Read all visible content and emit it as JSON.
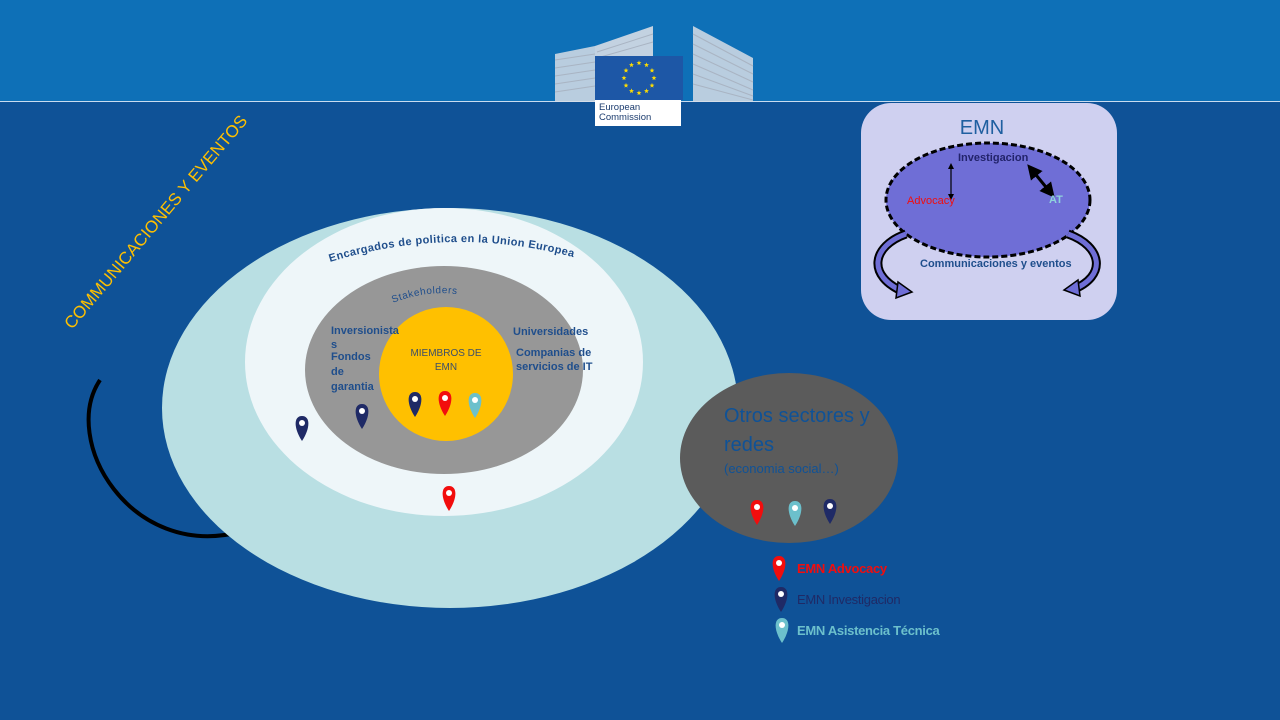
{
  "header": {
    "logo_line1": "European",
    "logo_line2": "Commission"
  },
  "side_label": "COMMUNICACIONES Y EVENTOS",
  "rings": {
    "outer_label": "Encargados  de politica  en la Union Europea",
    "stakeholders_label": "Stakeholders",
    "left_text_1": "Inversionista",
    "left_text_2": "s",
    "left_text_3": "Fondos",
    "left_text_4": "de",
    "left_text_5": "garantia",
    "right_text_1": "Universidades",
    "right_text_2": "Companias de",
    "right_text_3": "servicios de IT",
    "core_line1": "MIEMBROS  DE",
    "core_line2": "EMN"
  },
  "otros": {
    "title_line1": "Otros sectores y",
    "title_line2": "redes",
    "subtitle": "(economia  social…)"
  },
  "emn_box": {
    "title": "EMN",
    "investigacion": "Investigacion",
    "advocacy": "Advocacy",
    "at": "AT",
    "comms": "Communicaciones y eventos"
  },
  "legend": [
    {
      "label": "EMN Advocacy",
      "color": "#f20d0d"
    },
    {
      "label": "EMN Investigacion",
      "color": "#1f2a66"
    },
    {
      "label": "EMN Asistencia Técnica",
      "color": "#6cc0cc"
    }
  ],
  "colors": {
    "background": "#0f5297",
    "header": "#0e70b7",
    "outer_ring": "#b9dfe3",
    "middle_ring": "#eef6f9",
    "stakeholders_ring": "#979797",
    "core": "#ffc000",
    "otros": "#5b5b5b",
    "label_yellow": "#ffc000",
    "emn_box": "#cfd0f0",
    "emn_ellipse": "#6f6ed6",
    "pin_red": "#f20d0d",
    "pin_navy": "#1f2a66",
    "pin_teal": "#6cc0cc"
  }
}
